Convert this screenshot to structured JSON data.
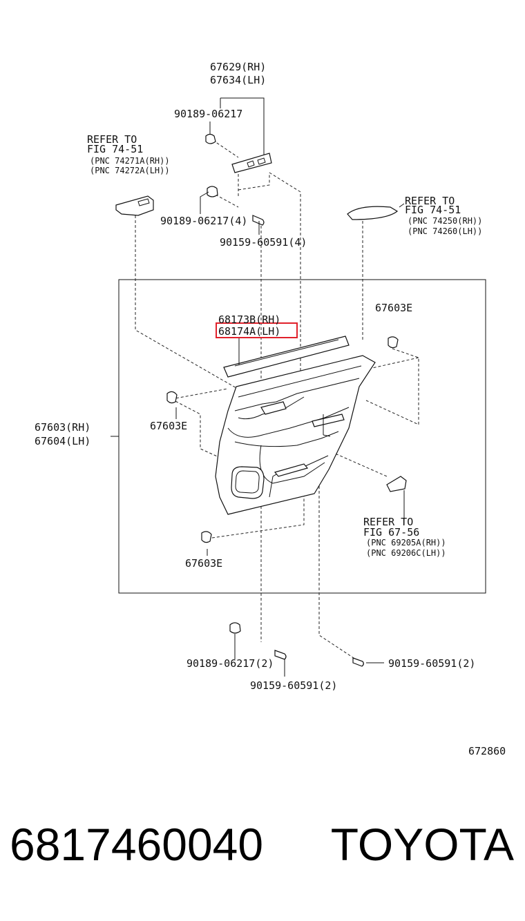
{
  "diagram": {
    "labels": {
      "p67629": "67629(RH)",
      "p67634": "67634(LH)",
      "clip_top": "90189-06217",
      "refer_left_1": "REFER TO",
      "refer_left_2": "FIG 74-51",
      "refer_left_3": "(PNC 74271A(RH))",
      "refer_left_4": "(PNC 74272A(LH))",
      "clip_mid": "90189-06217(4)",
      "screw_mid": "90159-60591(4)",
      "refer_right_1": "REFER TO",
      "refer_right_2": "FIG 74-51",
      "refer_right_3": "(PNC 74250(RH))",
      "refer_right_4": "(PNC 74260(LH))",
      "p68173": "68173B(RH)",
      "p68174": "68174A(LH)",
      "p67603e_top": "67603E",
      "p67603": "67603(RH)",
      "p67604": "67604(LH)",
      "p67603e_left": "67603E",
      "refer_bottom_1": "REFER TO",
      "refer_bottom_2": "FIG 67-56",
      "refer_bottom_3": "(PNC 69205A(RH))",
      "refer_bottom_4": "(PNC 69206C(LH))",
      "p67603e_bottom": "67603E",
      "clip_bottom": "90189-06217(2)",
      "screw_bottom_left": "90159-60591(2)",
      "screw_bottom_right": "90159-60591(2)",
      "figure_id": "672860"
    },
    "highlight_color": "#e0202a"
  },
  "caption": {
    "part_number": "6817460040",
    "brand": "TOYOTA"
  }
}
